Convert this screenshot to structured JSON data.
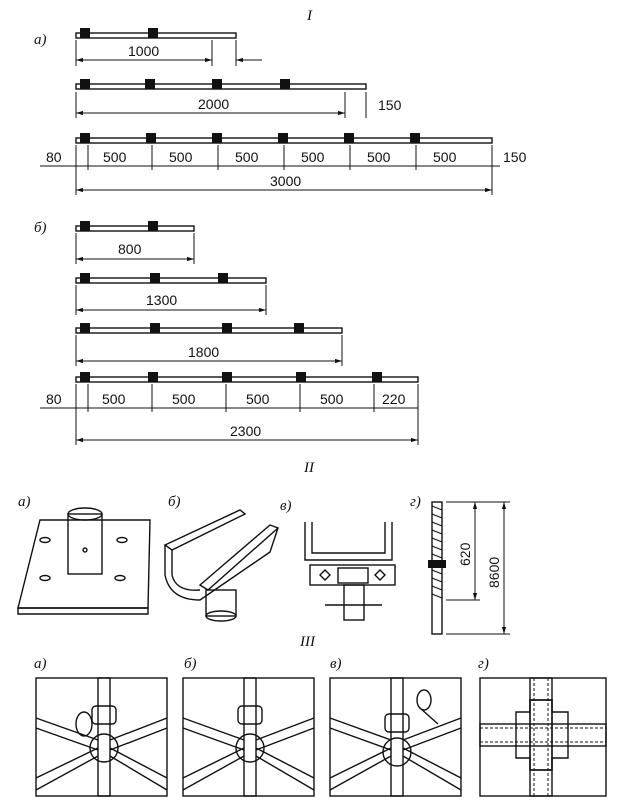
{
  "section_labels": {
    "s1": "I",
    "s2": "II",
    "s3": "III"
  },
  "part_labels": {
    "a": "а)",
    "b": "б)",
    "v": "в)",
    "g": "г)"
  },
  "group_a": {
    "bar1": {
      "length": "1000"
    },
    "bar2": {
      "length": "2000",
      "overhang": "150"
    },
    "bar3": {
      "offset": "80",
      "segments": [
        "500",
        "500",
        "500",
        "500",
        "500",
        "500"
      ],
      "overhang": "150",
      "total": "3000"
    }
  },
  "group_b": {
    "bar1": {
      "length": "800"
    },
    "bar2": {
      "length": "1300"
    },
    "bar3": {
      "length": "1800"
    },
    "bar4": {
      "offset": "80",
      "segments": [
        "500",
        "500",
        "500",
        "500"
      ],
      "tail": "220",
      "total": "2300"
    }
  },
  "section2": {
    "dim_short": "620",
    "dim_long": "8600"
  }
}
